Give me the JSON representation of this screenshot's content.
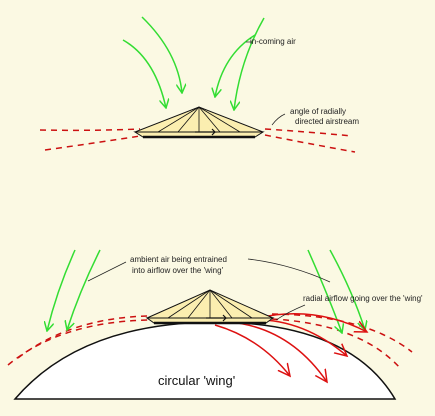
{
  "labels": {
    "incoming_air": "in-coming air",
    "angle_line1": "angle of radially",
    "angle_line2": "directed airstream",
    "ambient_line1": "ambient air being entrained",
    "ambient_line2": "into airflow over the 'wing'",
    "radial": "radial airflow going over the 'wing'",
    "circular_wing": "circular 'wing'"
  },
  "colors": {
    "background": "#fbf9e3",
    "incoming_arrows": "#33dd33",
    "dashed_airstream": "#cc1111",
    "radial_arrows": "#dd1111",
    "device_fill": "#fbeeb0",
    "outline": "#111111"
  }
}
